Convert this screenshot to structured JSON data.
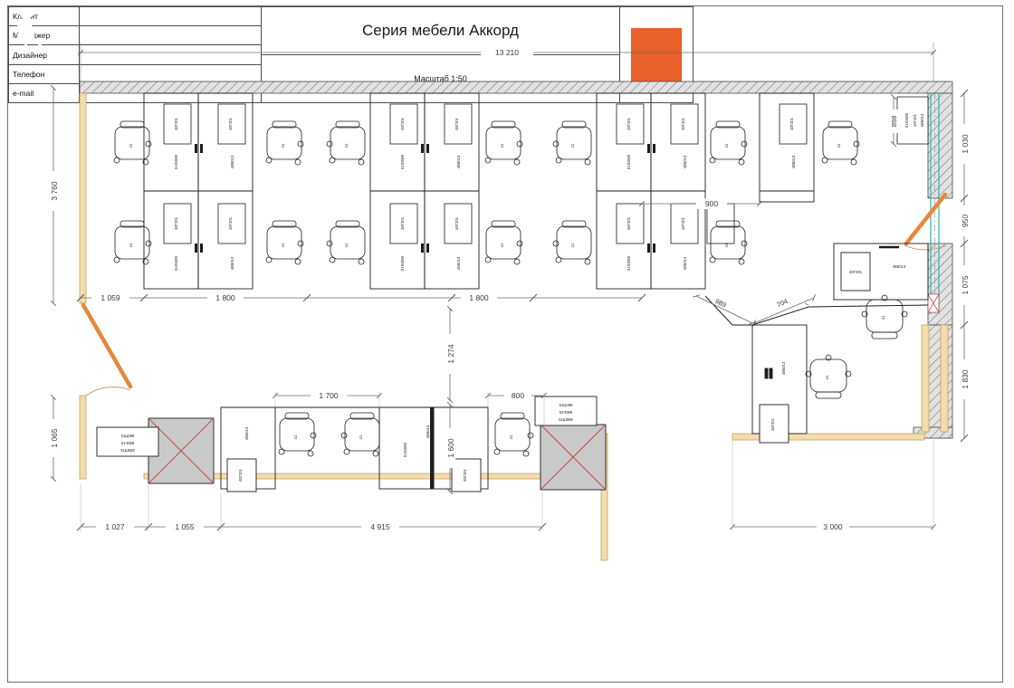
{
  "sheet": {
    "title": "Серия мебели Аккорд",
    "scale_label": "Масштаб 1:50"
  },
  "title_block": {
    "rows": [
      {
        "label": "Клиент",
        "value": ""
      },
      {
        "label": "Менеджер",
        "value": ""
      },
      {
        "label": "Дизайнер",
        "value": ""
      },
      {
        "label": "Телефон",
        "value": ""
      },
      {
        "label": "e-mail",
        "value": ""
      }
    ],
    "logo": "seated-person-chair-logo",
    "logo_color": "#e8602c"
  },
  "drawing": {
    "type": "office-furniture-floor-plan",
    "units": "mm",
    "dimensions": {
      "top_overall": "13 210",
      "left_upper": "3 760",
      "left_lower": "1 065",
      "right_chain": [
        "1 030",
        "950",
        "1 075",
        "1 830"
      ],
      "right_small": "898",
      "inner_top_chain": [
        "1 059",
        "1 800",
        "1 800"
      ],
      "inner_right": "900",
      "bottom_chain": [
        "1 027",
        "1 055",
        "4 915"
      ],
      "bottom_right": "3 000",
      "lower_group": [
        "1 700",
        "800"
      ],
      "vertical_mid": "1 274",
      "vertical_low": "1 600",
      "angled_left": "989",
      "angled_right": "704"
    },
    "furniture_codes": {
      "pedestal": "48Г201",
      "desk": "48Б013",
      "screen": "51Ю089",
      "cabinet_lines": [
        "51Ц089",
        "51Ч089",
        "51Ш089"
      ]
    },
    "colors": {
      "wall_hatch": "#d9d9d9",
      "glazing": "#2fbfb5",
      "partition": "#e8b96a",
      "door_swing": "#e8873c",
      "cabinet_fill": "#c9c9c9",
      "cabinet_cross": "#c64b4b",
      "line": "#1d1d1d"
    }
  }
}
